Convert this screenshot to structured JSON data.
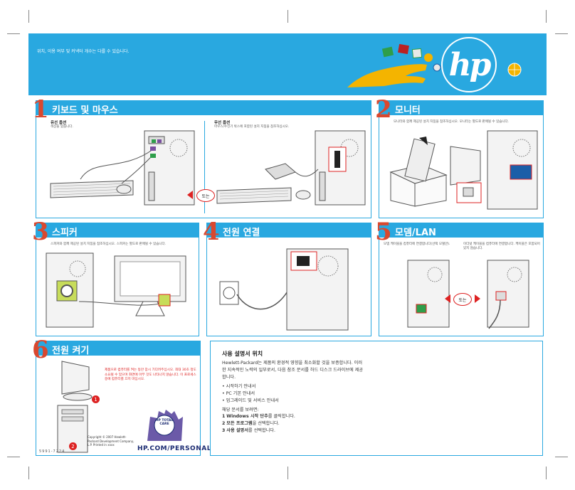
{
  "banner": {
    "text": "위치, 이용 여부 및 커넥터 개수는 다를 수 있습니다.",
    "logo": "hp",
    "color": "#29a8e0"
  },
  "panels": [
    {
      "num": "1",
      "title": "키보드 및 마우스",
      "wired_label": "유선 옵션",
      "wired_caption": "색상을 맞춥니다.",
      "wireless_label": "무선 옵션",
      "wireless_caption": "마우스/수신기 박스에 포함된 설치 지침을 참조하십시오.",
      "or_label": "또는"
    },
    {
      "num": "2",
      "title": "모니터",
      "caption": "모니터와 함께 제공된 설치 지침을 참조하십시오. 모니터는 별도로 판매될 수 있습니다."
    },
    {
      "num": "3",
      "title": "스피커",
      "caption": "스피커와 함께 제공된 설치 지침을 참조하십시오. 스피커는 별도로 판매될 수 있습니다."
    },
    {
      "num": "4",
      "title": "전원 연결"
    },
    {
      "num": "5",
      "title": "모뎀/LAN",
      "caption_left": "모뎀 케이블을 컴퓨터에 연결합니다(선택 모델만).",
      "caption_right": "이더넷 케이블을 컴퓨터에 연결합니다. 케이블은 포함되어 있지 않습니다.",
      "or_label": "또는"
    },
    {
      "num": "6",
      "title": "전원 켜기",
      "warning": "제품으로 컴퓨터를 켜는 동안 잠시 기다려주십시오. 최대 30초 정도 소요될 수 있으며 화면에 아무 것도 나타나지 않습니다. 이 프로세스 중에 컴퓨터를 끄지 마십시오.",
      "step1": "1",
      "step2": "2"
    }
  ],
  "docs": {
    "title": "사용 설명서 위치",
    "intro": "Hewlett-Packard는 제품의 환경적 영향을 최소화할 것을 보증합니다. 이러한 지속적인 노력의 일부로서, 다음 참조 문서를 하드 디스크 드라이브에 제공합니다.",
    "items": [
      "시작하기 안내서",
      "PC 기본 안내서",
      "업그레이드 및 서비스 안내서"
    ],
    "find_label": "해당 문서를 보려면:",
    "steps": [
      {
        "num": "1",
        "bold": "Windows 시작 단추",
        "rest": "를 클릭합니다."
      },
      {
        "num": "2",
        "bold": "모든 프로그램",
        "rest": "을 선택합니다."
      },
      {
        "num": "3",
        "bold": "사용 설명서",
        "rest": "를 선택합니다."
      }
    ]
  },
  "footer": {
    "url": "HP.COM/PERSONAL",
    "care_logo": "HP TOTAL CARE",
    "copyright": "Copyright © 2007 Hewlett-Packard Development Company, L.P. Printed in xxxx",
    "part_number": "5991-7224"
  }
}
